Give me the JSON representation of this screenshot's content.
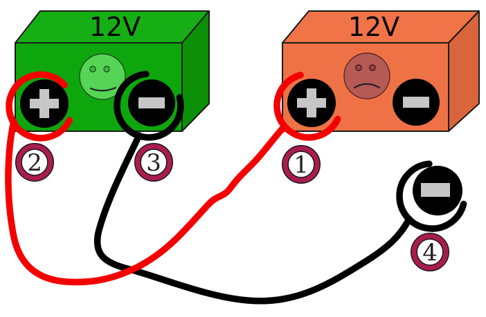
{
  "colors": {
    "background": "#FFFFFF",
    "good_battery_top": "#15AF15",
    "good_battery_front": "#0DA60D",
    "good_battery_side": "#0B9007",
    "dead_battery_top": "#F07448",
    "dead_battery_front": "#EE7245",
    "dead_battery_side": "#D8653C",
    "terminal": "#000000",
    "terminal_symbol": "#C6C6C6",
    "red_cable": "#F40000",
    "black_cable": "#000000",
    "step_ring": "#A81D4D",
    "happy_face": "#55D455",
    "sad_face": "#B65A56"
  },
  "batteries": {
    "good": {
      "voltage_label": "12V",
      "mood_icon": "happy-face-icon"
    },
    "dead": {
      "voltage_label": "12V",
      "mood_icon": "sad-face-icon"
    }
  },
  "steps": [
    {
      "number": "1"
    },
    {
      "number": "2"
    },
    {
      "number": "3"
    },
    {
      "number": "4"
    }
  ],
  "icons": {
    "plus_terminal": "+",
    "minus_terminal": "−",
    "happy_face": "☺",
    "sad_face": "☹"
  }
}
